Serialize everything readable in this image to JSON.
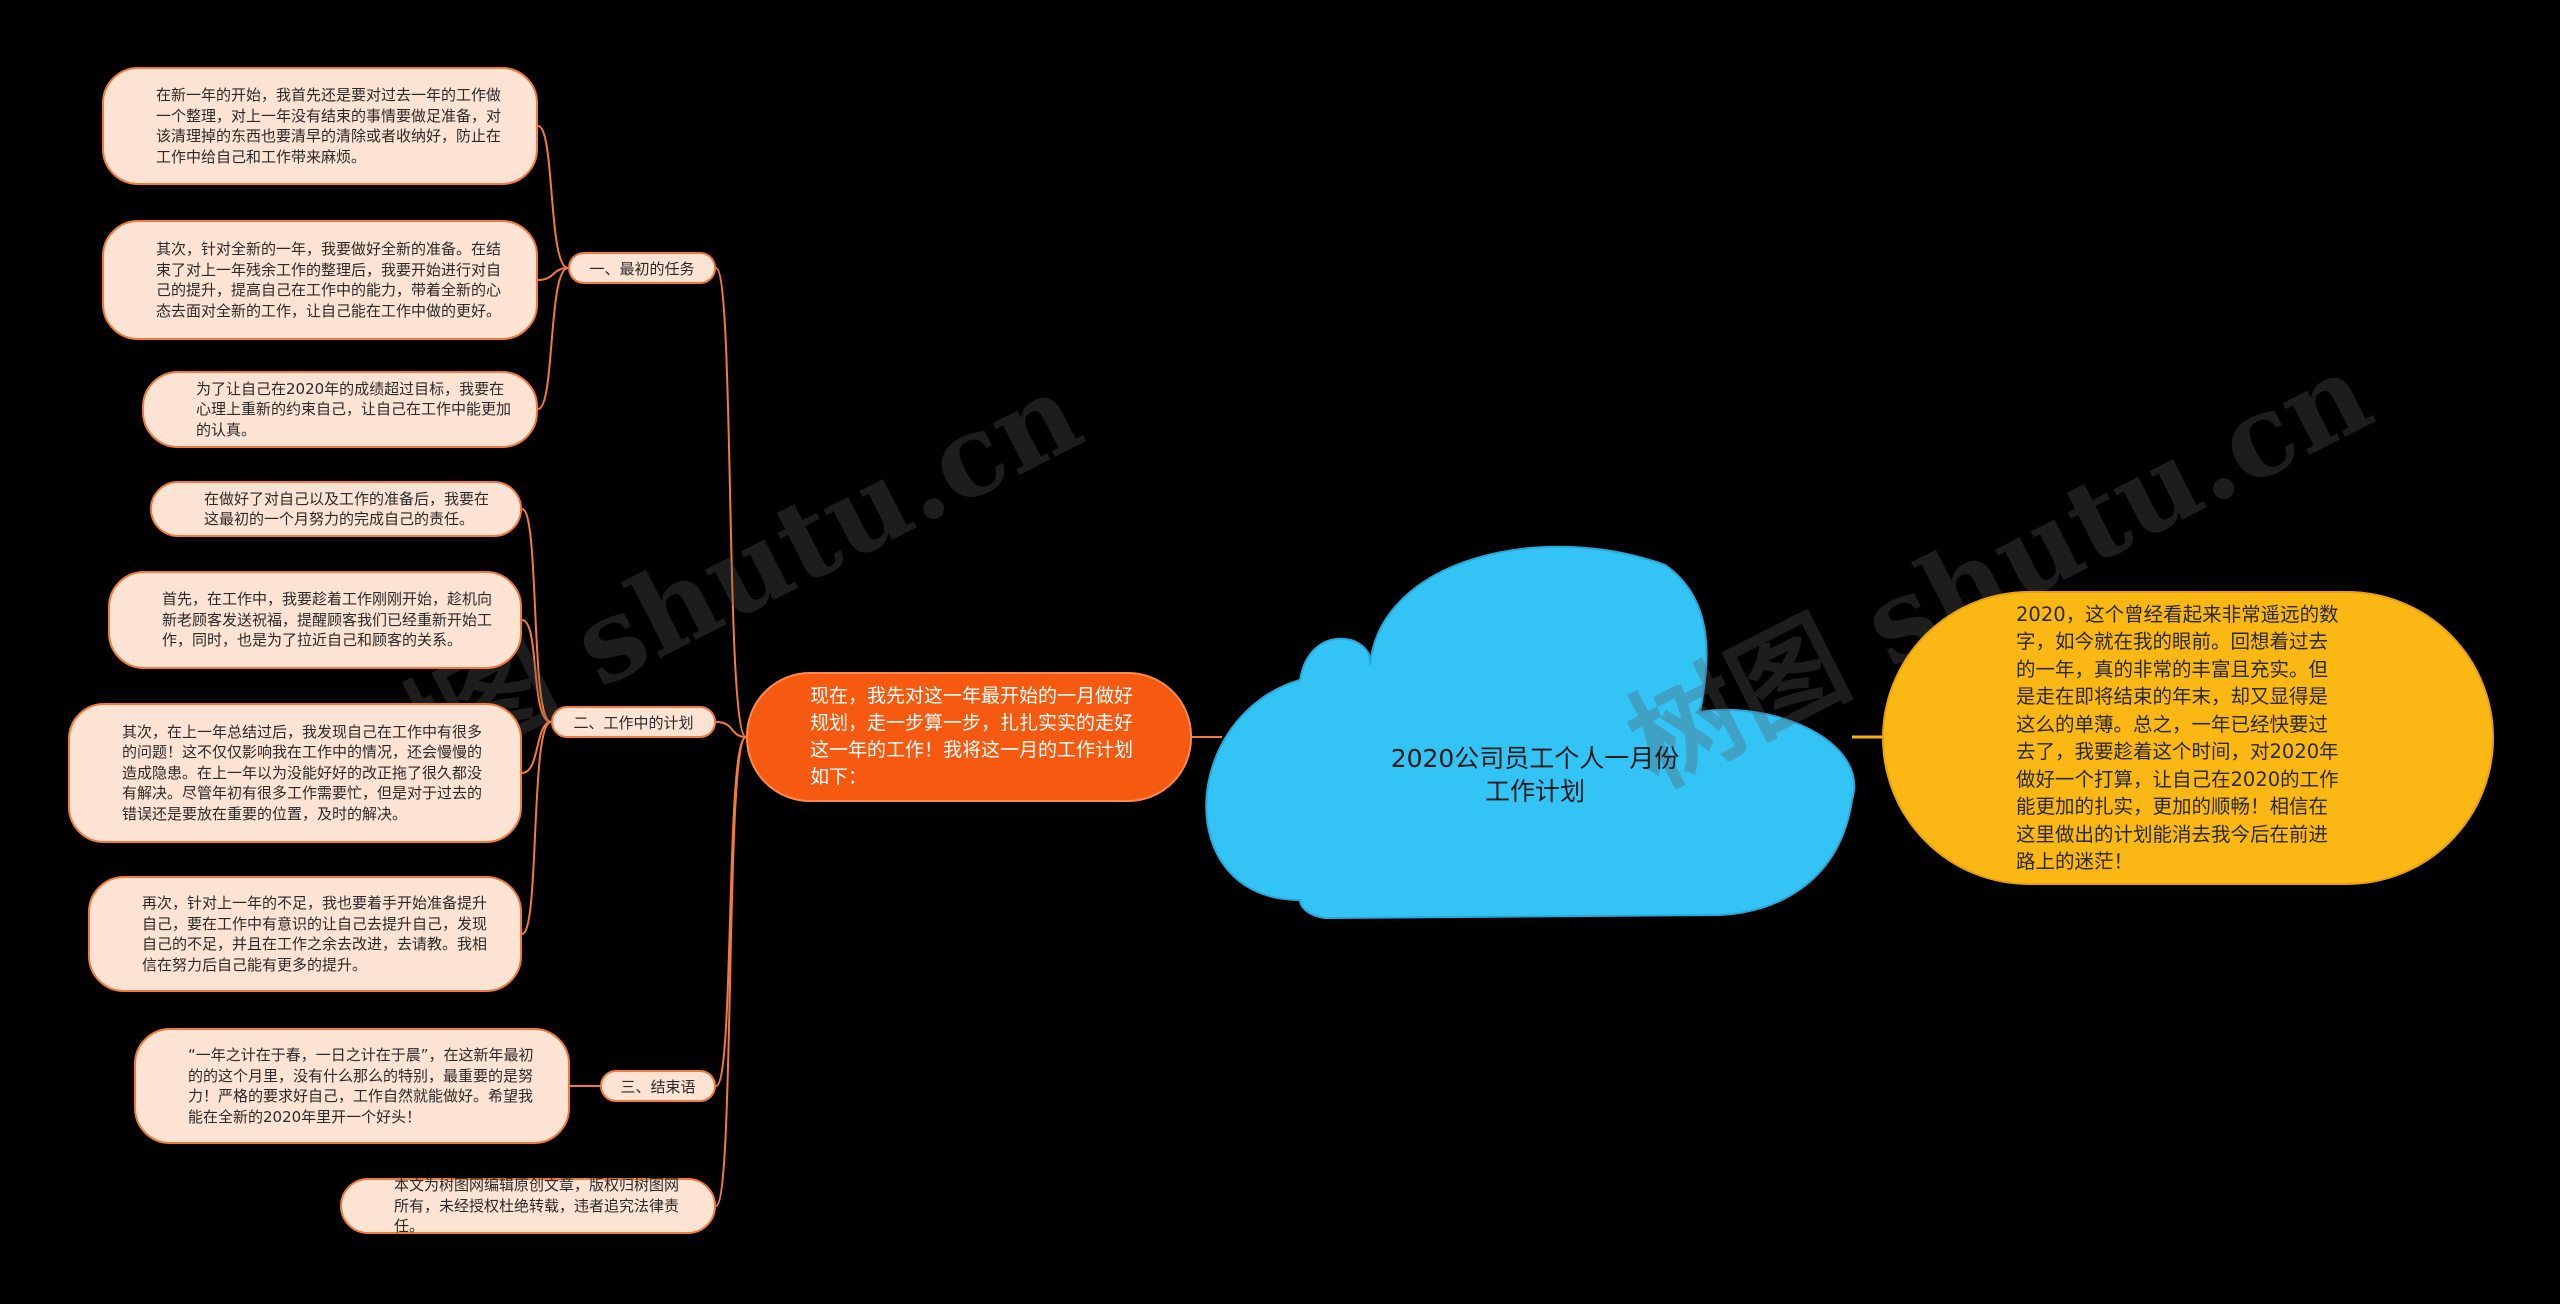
{
  "center": {
    "title_line1": "2020公司员工个人一月份",
    "title_line2": "工作计划"
  },
  "mid": {
    "text": "现在，我先对这一年最开始的一月做好规划，走一步算一步，扎扎实实的走好这一年的工作！我将这一月的工作计划如下："
  },
  "right": {
    "text": "2020，这个曾经看起来非常遥远的数字，如今就在我的眼前。回想着过去的一年，真的非常的丰富且充实。但是走在即将结束的年末，却又显得是这么的单薄。总之，一年已经快要过去了，我要趁着这个时间，对2020年做好一个打算，让自己在2020的工作能更加的扎实，更加的顺畅！相信在这里做出的计划能消去我今后在前进路上的迷茫！"
  },
  "branches": [
    {
      "label": "一、最初的任务"
    },
    {
      "label": "二、工作中的计划"
    },
    {
      "label": "三、结束语"
    }
  ],
  "leaves": [
    "在新一年的开始，我首先还是要对过去一年的工作做一个整理，对上一年没有结束的事情要做足准备，对该清理掉的东西也要清早的清除或者收纳好，防止在工作中给自己和工作带来麻烦。",
    "其次，针对全新的一年，我要做好全新的准备。在结束了对上一年残余工作的整理后，我要开始进行对自己的提升，提高自己在工作中的能力，带着全新的心态去面对全新的工作，让自己能在工作中做的更好。",
    "为了让自己在2020年的成绩超过目标，我要在心理上重新的约束自己，让自己在工作中能更加的认真。",
    "在做好了对自己以及工作的准备后，我要在这最初的一个月努力的完成自己的责任。",
    "首先，在工作中，我要趁着工作刚刚开始，趁机向新老顾客发送祝福，提醒顾客我们已经重新开始工作，同时，也是为了拉近自己和顾客的关系。",
    "其次，在上一年总结过后，我发现自己在工作中有很多的问题！这不仅仅影响我在工作中的情况，还会慢慢的造成隐患。在上一年以为没能好好的改正拖了很久都没有解决。尽管年初有很多工作需要忙，但是对于过去的错误还是要放在重要的位置，及时的解决。",
    "再次，针对上一年的不足，我也要着手开始准备提升自己，要在工作中有意识的让自己去提升自己，发现自己的不足，并且在工作之余去改进，去请教。我相信在努力后自己能有更多的提升。",
    "“一年之计在于春，一日之计在于晨”，在这新年最初的的这个月里，没有什么那么的特别，最重要的是努力！严格的要求好自己，工作自然就能做好。希望我能在全新的2020年里开一个好头！",
    "本文为树图网编辑原创文章，版权归树图网所有，未经授权杜绝转载，违者追究法律责任。"
  ],
  "watermarks": [
    "树图 shutu.cn",
    "树图 shutu.cn"
  ],
  "colors": {
    "background": "#000000",
    "cloud": "#33c3f5",
    "mid_node": "#f55a10",
    "right_node": "#fbb714",
    "leaf_fill": "#fde3d3",
    "connector": "#f27a3a",
    "connector_right": "#f5b014"
  }
}
